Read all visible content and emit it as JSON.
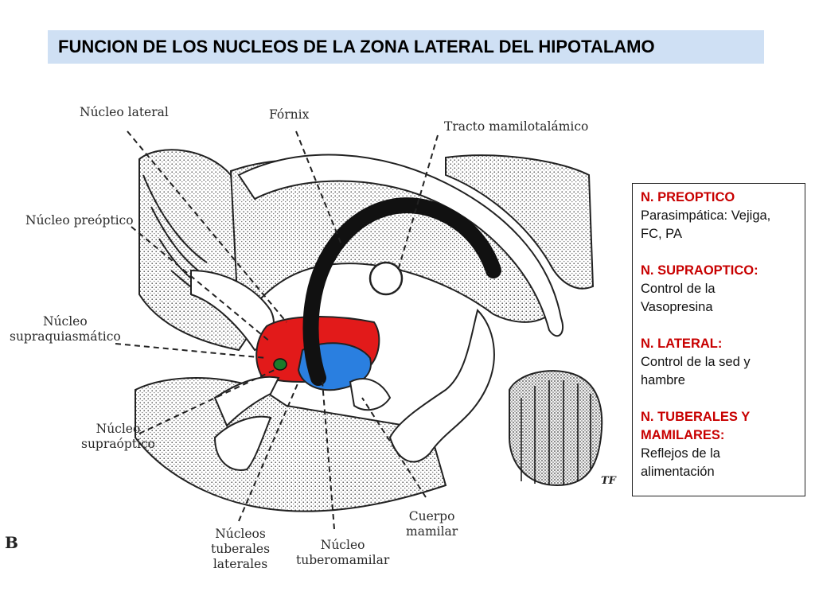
{
  "title": "FUNCION DE LOS NUCLEOS DE LA ZONA LATERAL DEL HIPOTALAMO",
  "figure": {
    "letter": "B",
    "signature": "TF",
    "labels": {
      "nucleo_lateral": "Núcleo lateral",
      "fornix": "Fórnix",
      "tracto_mamilotalamico": "Tracto mamilotalámico",
      "nucleo_preoptico": "Núcleo preóptico",
      "nucleo_supraquiasmatico_1": "Núcleo",
      "nucleo_supraquiasmatico_2": "supraquiasmático",
      "nucleo_supraoptico_1": "Núcleo",
      "nucleo_supraoptico_2": "supraóptico",
      "nucleos_tuberales_1": "Núcleos",
      "nucleos_tuberales_2": "tuberales",
      "nucleos_tuberales_3": "laterales",
      "nucleo_tuberomamilar_1": "Núcleo",
      "nucleo_tuberomamilar_2": "tuberomamilar",
      "cuerpo_mamilar_1": "Cuerpo",
      "cuerpo_mamilar_2": "mamilar"
    },
    "colors": {
      "lateral_zone": "#e21a1a",
      "tuberal_zone": "#2a7fe0",
      "supraoptic_spot": "#1c7a2a"
    }
  },
  "panel": {
    "sections": [
      {
        "heading": "N. PREOPTICO",
        "lines": [
          "Parasimpática: Vejiga,",
          "FC, PA"
        ]
      },
      {
        "heading": "N. SUPRAOPTICO:",
        "lines": [
          "Control de la",
          "Vasopresina"
        ]
      },
      {
        "heading": "N. LATERAL:",
        "lines": [
          "Control de la sed y",
          "hambre"
        ]
      },
      {
        "heading": "N. TUBERALES Y",
        "heading2": "MAMILARES:",
        "lines": [
          "Reflejos de la",
          "alimentación"
        ]
      }
    ],
    "heading_color": "#c80000"
  }
}
